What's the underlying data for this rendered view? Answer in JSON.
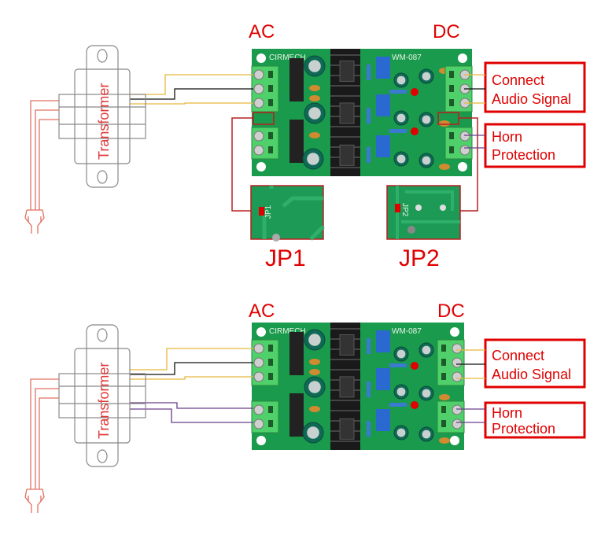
{
  "colors": {
    "board": "#1a9a4c",
    "terminal": "#4fd06a",
    "label_red": "#e00000",
    "wire_ac": "#e8b83a",
    "wire_gnd": "#111111",
    "wire_horn": "#6a3d8a",
    "wire_power": "#e07060"
  },
  "top": {
    "ac_label": "AC",
    "dc_label": "DC",
    "transformer": "Transformer",
    "board_brand": "CIRMECH",
    "board_model": "WM-087",
    "audio_box": [
      "Connect",
      "Audio Signal"
    ],
    "horn_box": [
      "Horn",
      "Protection"
    ],
    "jp1": "JP1",
    "jp2": "JP2",
    "jp1_silk": "JP1",
    "jp2_silk": "JP2"
  },
  "bottom": {
    "ac_label": "AC",
    "dc_label": "DC",
    "transformer": "Transformer",
    "board_brand": "CIRMECH",
    "board_model": "WM-087",
    "audio_box": [
      "Connect",
      "Audio Signal"
    ],
    "horn_box": [
      "Horn",
      "Protection"
    ]
  },
  "icons": [
    "power-plug-icon",
    "transformer-icon"
  ]
}
